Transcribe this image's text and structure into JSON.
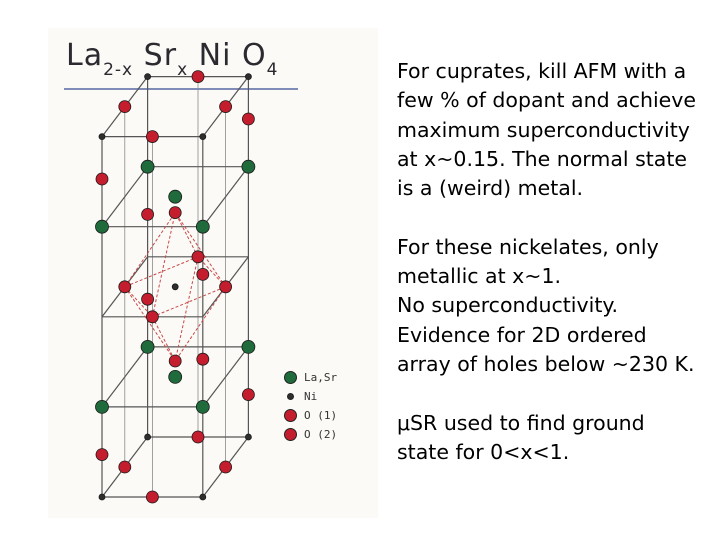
{
  "figure": {
    "title": {
      "la": "La",
      "la_sub": "2-x",
      "sr": "Sr",
      "sr_sub": "x",
      "ni": "Ni",
      "o": "O",
      "o_sub": "4"
    },
    "colors": {
      "la_sr": "#1f6b3c",
      "ni": "#2e2e2e",
      "oxygen": "#c41e2e",
      "lines": "#555555",
      "octahedron": "#c84a4a"
    },
    "legend": [
      {
        "label": "La,Sr",
        "color": "#1f6b3c",
        "icon": "green-circle"
      },
      {
        "label": "Ni",
        "color": "#2e2e2e",
        "icon": "small-black-dot"
      },
      {
        "label": "O (1)",
        "color": "#c41e2e",
        "icon": "red-circle"
      },
      {
        "label": "O (2)",
        "color": "#c41e2e",
        "icon": "red-circle"
      }
    ]
  },
  "text": {
    "paragraphs": [
      {
        "lines": [
          "For cuprates, kill AFM with a",
          "few % of dopant and achieve",
          "maximum superconductivity",
          "at x~0.15.  The normal state",
          "is a (weird) metal."
        ]
      },
      {
        "lines": [
          "For these nickelates, only",
          "metallic at x~1.",
          "No superconductivity.",
          "Evidence for 2D ordered",
          "array of holes below ~230 K."
        ]
      },
      {
        "lines": [
          "μSR used to find ground",
          "state for 0<x<1."
        ]
      }
    ]
  }
}
